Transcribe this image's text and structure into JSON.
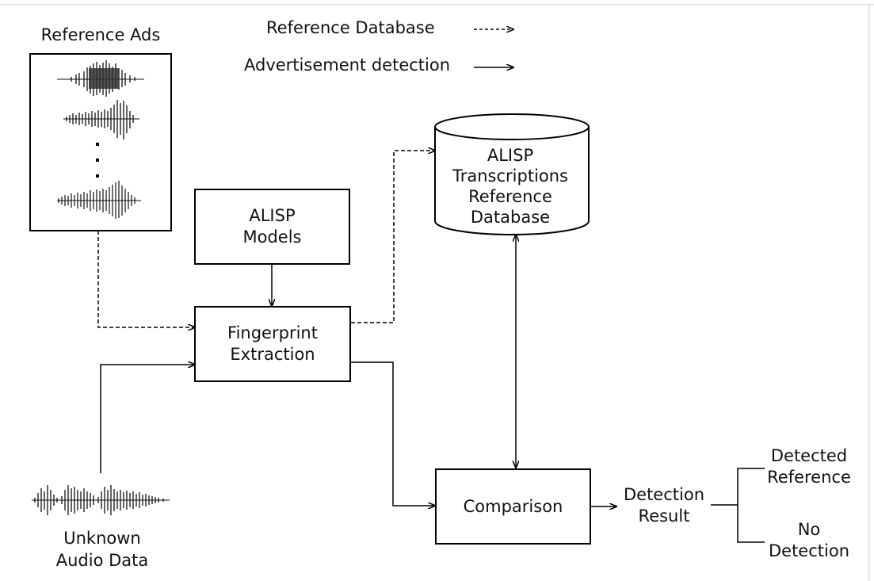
{
  "legend": {
    "reference_db_label": "Reference Database",
    "detection_label": "Advertisement detection"
  },
  "reference_ads": {
    "title": "Reference Ads"
  },
  "alisp_models": {
    "line1": "ALISP",
    "line2": "Models"
  },
  "fingerprint": {
    "line1": "Fingerprint",
    "line2": "Extraction"
  },
  "database": {
    "line1": "ALISP",
    "line2": "Transcriptions",
    "line3": "Reference",
    "line4": "Database"
  },
  "comparison": {
    "label": "Comparison"
  },
  "unknown_audio": {
    "line1": "Unknown",
    "line2": "Audio Data"
  },
  "detection_result": {
    "line1": "Detection",
    "line2": "Result"
  },
  "outcomes": {
    "detected_line1": "Detected",
    "detected_line2": "Reference",
    "none_line1": "No",
    "none_line2": "Detection"
  }
}
